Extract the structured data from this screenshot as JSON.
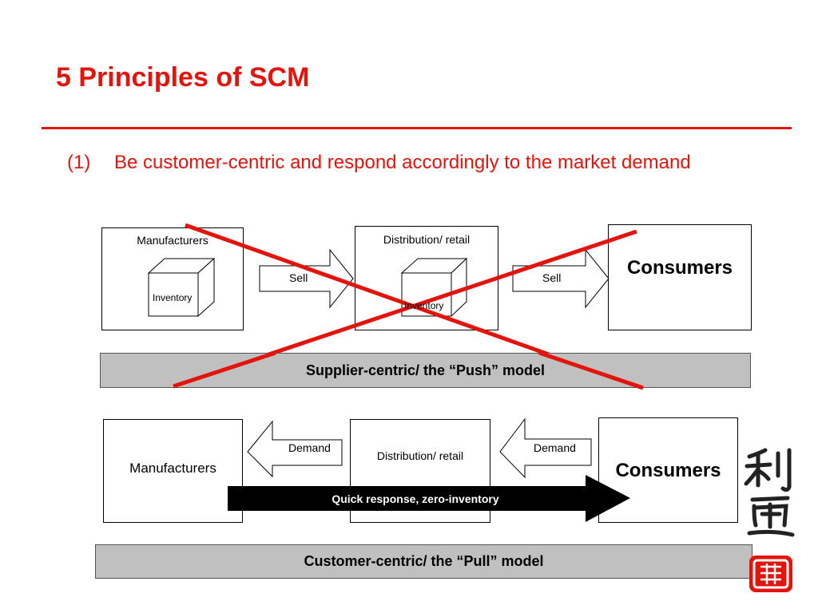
{
  "slide": {
    "title": "5 Principles of SCM",
    "bullet_number": "(1)",
    "bullet_text": "Be customer-centric and respond accordingly to the market demand"
  },
  "push_model": {
    "manufacturers_label": "Manufacturers",
    "manufacturers_inventory": "Inventory",
    "distribution_label": "Distribution/ retail",
    "distribution_inventory": "Inventory",
    "consumers_label": "Consumers",
    "sell_label_1": "Sell",
    "sell_label_2": "Sell",
    "banner": "Supplier-centric/ the “Push” model",
    "crossed_out": true
  },
  "pull_model": {
    "manufacturers_label": "Manufacturers",
    "distribution_label": "Distribution/ retail",
    "consumers_label": "Consumers",
    "demand_label_1": "Demand",
    "demand_label_2": "Demand",
    "quick_response_label": "Quick response, zero-inventory",
    "banner": "Customer-centric/ the “Pull” model"
  },
  "colors": {
    "title_red": "#e3140c",
    "cross_red": "#e3140c",
    "banner_grey": "#c0c0c0",
    "logo_red": "#e3140c"
  },
  "logo": {
    "icon": "calligraphy-logo-icon"
  }
}
